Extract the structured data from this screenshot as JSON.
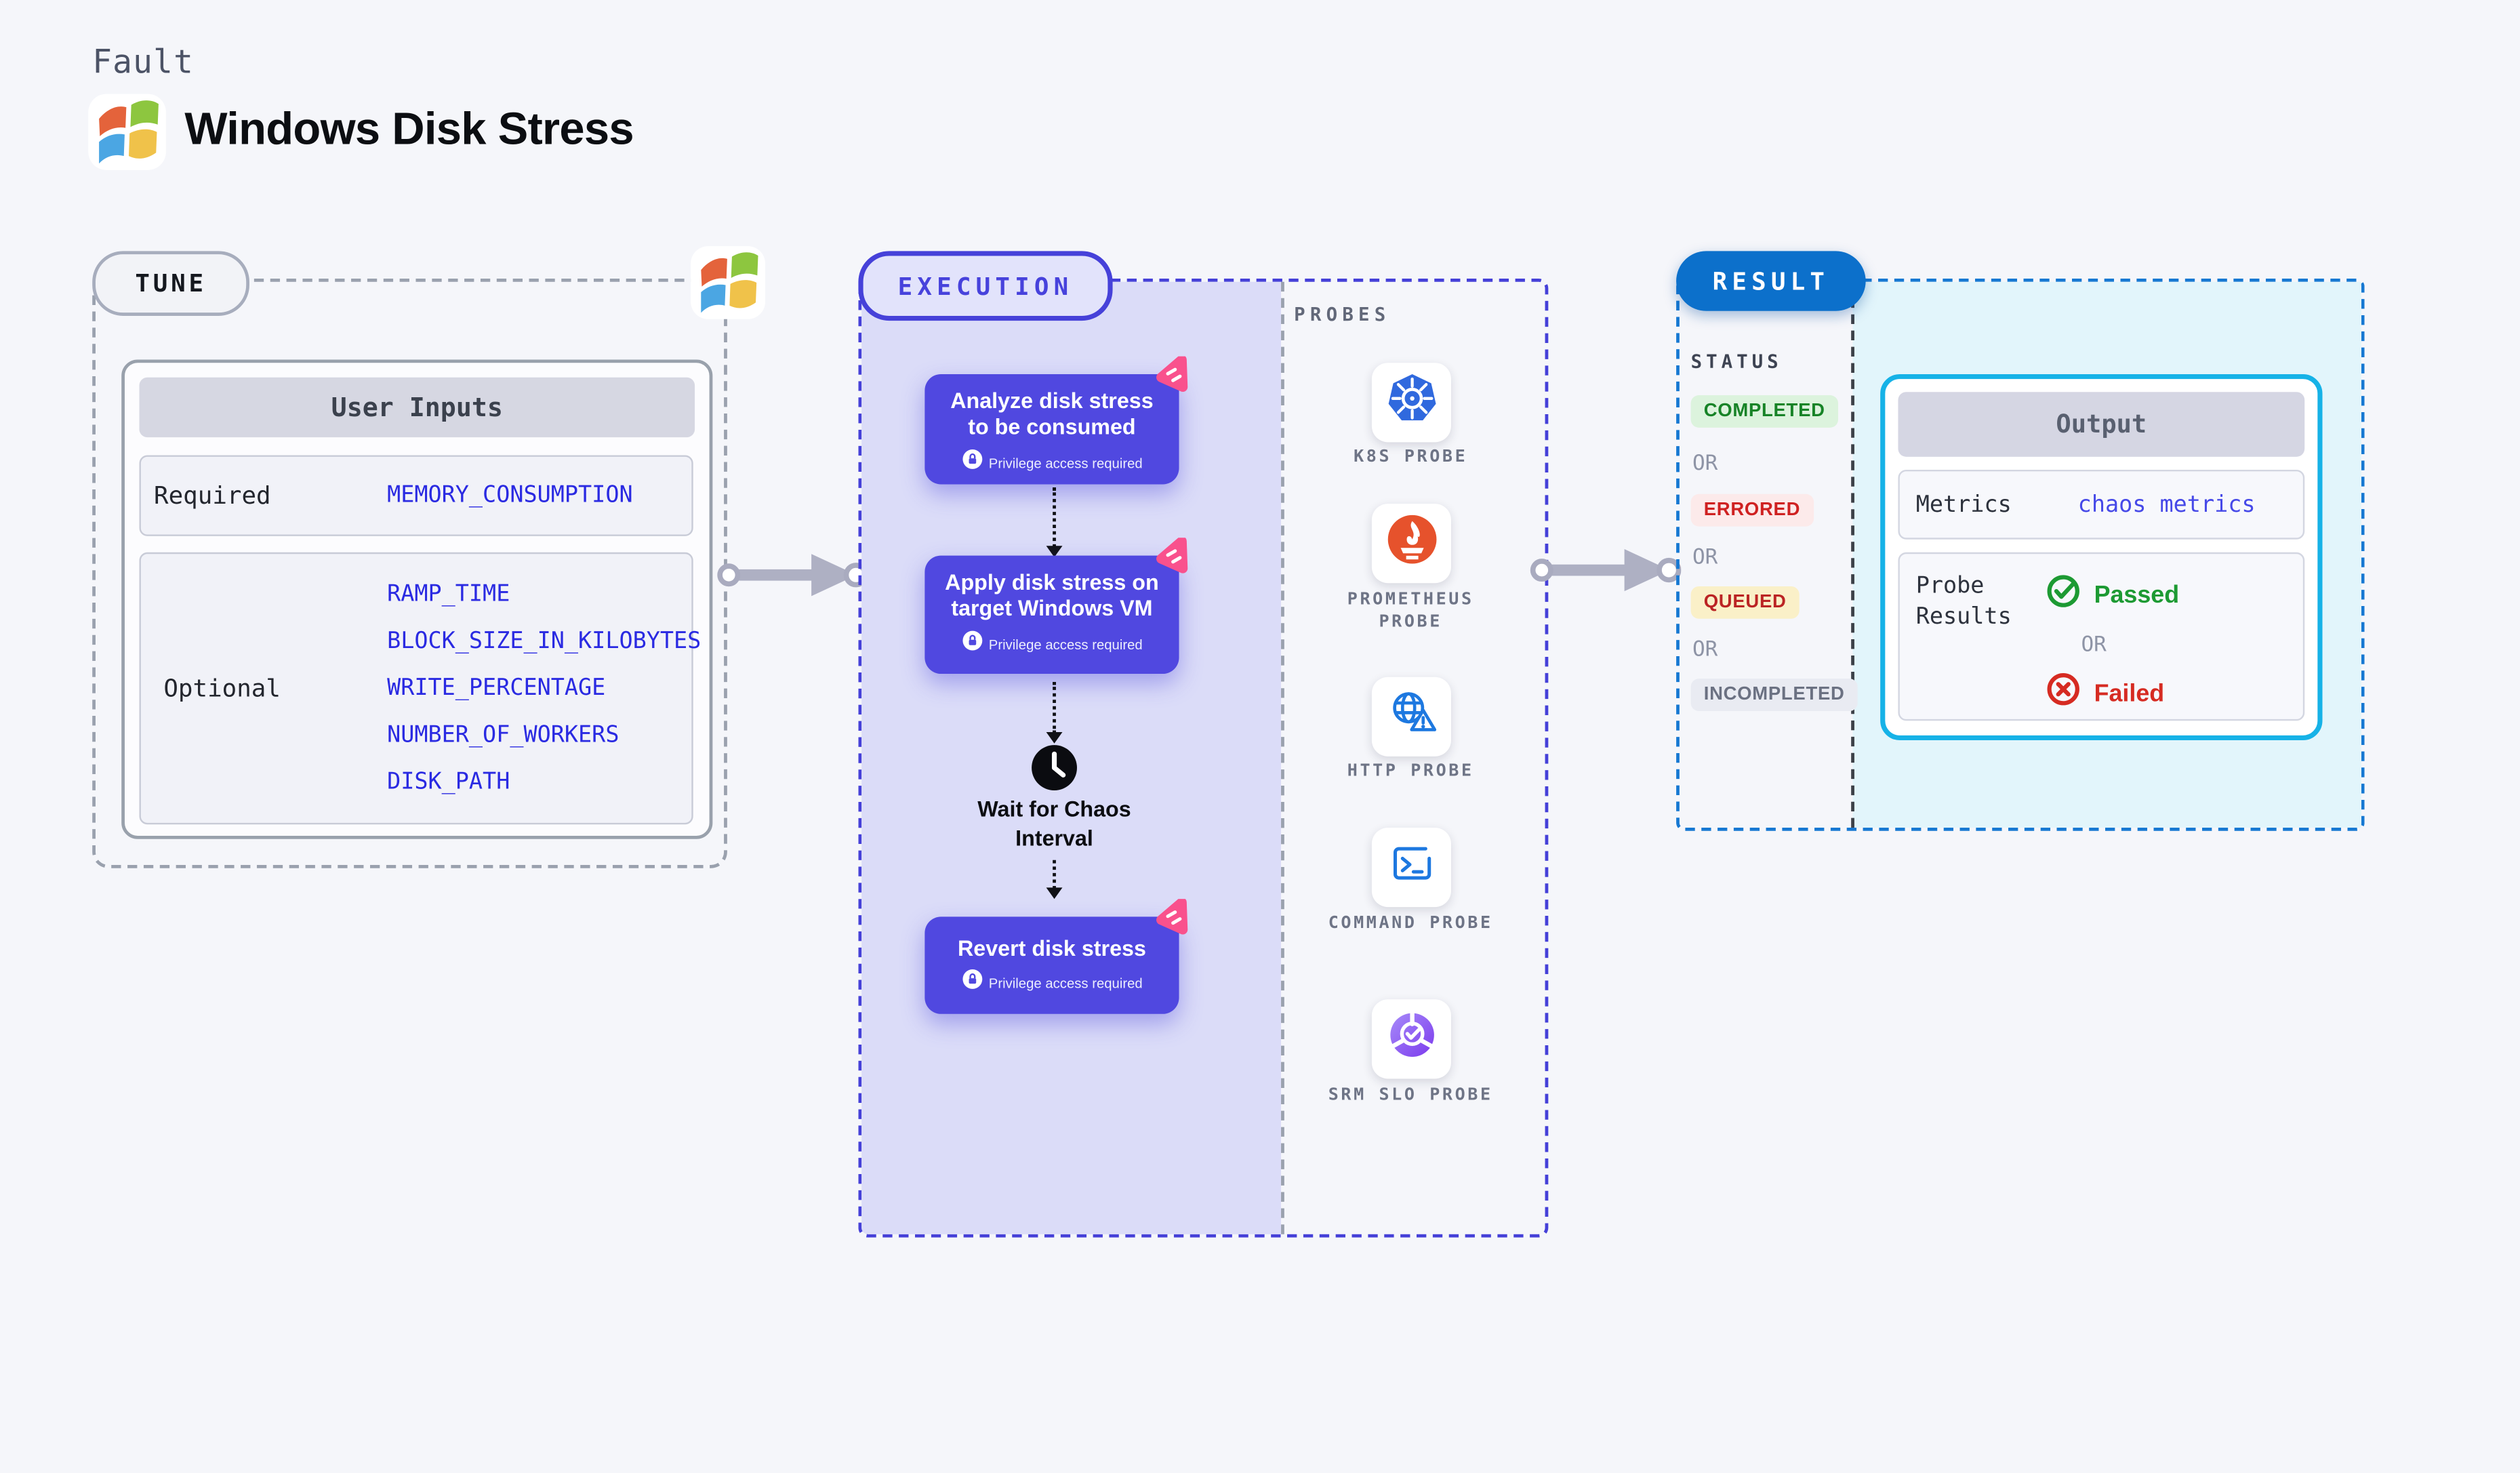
{
  "header": {
    "eyebrow": "Fault",
    "title": "Windows Disk Stress"
  },
  "tune": {
    "badge": "TUNE",
    "table_title": "User Inputs",
    "required_label": "Required",
    "required_params": [
      "MEMORY_CONSUMPTION"
    ],
    "optional_label": "Optional",
    "optional_params": [
      "RAMP_TIME",
      "BLOCK_SIZE_IN_KILOBYTES",
      "WRITE_PERCENTAGE",
      "NUMBER_OF_WORKERS",
      "DISK_PATH"
    ]
  },
  "execution": {
    "badge": "EXECUTION",
    "privilege_label": "Privilege access required",
    "steps": [
      {
        "title": "Analyze disk stress to be consumed"
      },
      {
        "title": "Apply disk stress on target Windows VM"
      },
      {
        "title": "Wait for Chaos Interval"
      },
      {
        "title": "Revert disk stress"
      }
    ]
  },
  "probes": {
    "label": "PROBES",
    "items": [
      {
        "label": "K8S PROBE",
        "icon": "kubernetes-icon"
      },
      {
        "label": "PROMETHEUS PROBE",
        "icon": "prometheus-icon"
      },
      {
        "label": "HTTP PROBE",
        "icon": "http-globe-warning-icon"
      },
      {
        "label": "COMMAND PROBE",
        "icon": "command-terminal-icon"
      },
      {
        "label": "SRM SLO PROBE",
        "icon": "srm-slo-pie-check-icon"
      }
    ]
  },
  "result": {
    "badge": "RESULT",
    "status_label": "STATUS",
    "or_label": "OR",
    "statuses": [
      {
        "label": "COMPLETED",
        "variant": "success"
      },
      {
        "label": "ERRORED",
        "variant": "error"
      },
      {
        "label": "QUEUED",
        "variant": "warning"
      },
      {
        "label": "INCOMPLETED",
        "variant": "muted"
      }
    ],
    "output": {
      "title": "Output",
      "metrics_label": "Metrics",
      "metrics_value": "chaos metrics",
      "probe_results_label": "Probe Results",
      "passed_label": "Passed",
      "or_label": "OR",
      "failed_label": "Failed"
    }
  },
  "colors": {
    "page_bg": "#f5f6fa",
    "card_indigo": "#5048e0",
    "execution_fill": "#dbdcf8",
    "execution_border": "#4540d8",
    "result_blue": "#0c70cb",
    "output_border_cyan": "#16b2e7",
    "cyan_fill": "#e2f5fb",
    "param_blue": "#2a2ae2",
    "metrics_blue": "#4649e8",
    "success_green": "#1d9a33",
    "error_red": "#d62b22",
    "queued_bg": "#faf0c8",
    "arrow_gray": "#aeb0c3",
    "kubernetes_blue": "#3069de",
    "prometheus_orange": "#e6522c",
    "probe_icon_blue": "#1d78e0",
    "srm_purple": "#7c3aed",
    "chaos_pink": "#f9518d"
  }
}
